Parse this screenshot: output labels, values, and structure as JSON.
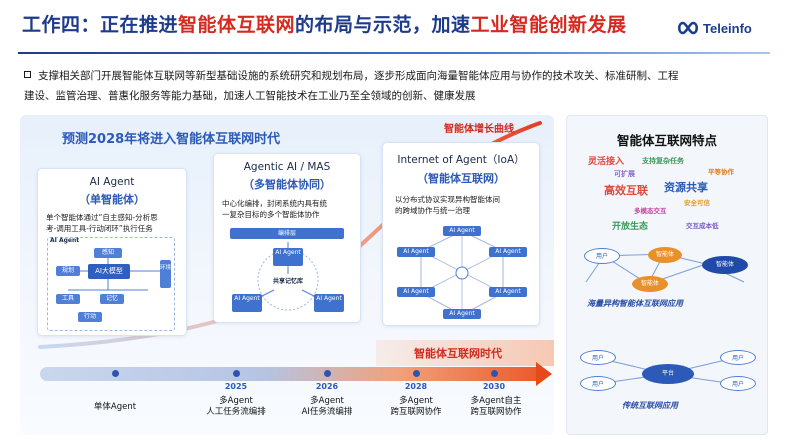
{
  "header": {
    "title_a": "工作四：正在推进",
    "title_b": "智能体互联网",
    "title_c": "的布局与示范，加速",
    "title_d": "工业智能创新发展",
    "logo_text": "Teleinfo"
  },
  "intro": {
    "line1": "支撑相关部门开展智能体互联网等新型基础设施的系统研究和规划布局，逐步形成面向海量智能体应用与协作的技术攻关、标准研制、工程",
    "line2": "建设、监管治理、普惠化服务等能力基础，加速人工智能技术在工业乃至全领域的创新、健康发展"
  },
  "left": {
    "predict_title": "预测2028年将进入智能体互联网时代",
    "curve_label": "智能体增长曲线",
    "card1": {
      "title": "AI Agent",
      "subtitle": "（单智能体）",
      "desc1": "单个智能体通过“自主感知-分析思",
      "desc2": "考-调用工具-行动闭环”执行任务",
      "d_label": "AI Agent",
      "d_top": "感知",
      "d_left": "规划",
      "d_center": "AI大模型",
      "d_bottom1": "工具",
      "d_bottom2": "记忆",
      "d_bottom3": "行动",
      "d_right": "环境"
    },
    "card2": {
      "title": "Agentic AI / MAS",
      "subtitle": "（多智能体协同）",
      "desc1": "中心化编排，封闭系统内具有统",
      "desc2": "一复杂目标的多个智能体协作",
      "orchestrator": "编排层",
      "agent": "AI Agent",
      "memory": "共享记忆库"
    },
    "card3": {
      "title": "Internet of Agent（IoA）",
      "subtitle": "（智能体互联网）",
      "desc1": "以分布式协议实现异构智能体间",
      "desc2": "的跨域协作与统一治理",
      "agent": "AI Agent"
    },
    "era_label": "智能体互联网时代",
    "timeline": [
      {
        "year": "",
        "line1": "单体Agent",
        "line2": ""
      },
      {
        "year": "2025",
        "line1": "多Agent",
        "line2": "人工任务流编排"
      },
      {
        "year": "2026",
        "line1": "多Agent",
        "line2": "AI任务流编排"
      },
      {
        "year": "2028",
        "line1": "多Agent",
        "line2": "跨互联网协作"
      },
      {
        "year": "2030",
        "line1": "多Agent自主",
        "line2": "跨互联网协作"
      }
    ]
  },
  "right": {
    "title": "智能体互联网特点",
    "keywords": [
      {
        "text": "灵活接入",
        "color": "#e04a3a"
      },
      {
        "text": "支持复杂任务",
        "color": "#3a9a5a"
      },
      {
        "text": "平等协作",
        "color": "#e07a1a"
      },
      {
        "text": "可扩展",
        "color": "#8a6ad0"
      },
      {
        "text": "高效互联",
        "color": "#e04a3a"
      },
      {
        "text": "资源共享",
        "color": "#2c5ab8"
      },
      {
        "text": "安全可信",
        "color": "#e0a020"
      },
      {
        "text": "多模态交互",
        "color": "#c04aa0"
      },
      {
        "text": "开放生态",
        "color": "#3a9a5a"
      },
      {
        "text": "交互成本低",
        "color": "#7a5ac0"
      }
    ],
    "top_diagram": {
      "user": "用户",
      "agent": "智能体",
      "caption": "海量异构智能体互联网应用"
    },
    "bottom_diagram": {
      "user": "用户",
      "platform": "平台",
      "caption": "传统互联网应用"
    }
  }
}
